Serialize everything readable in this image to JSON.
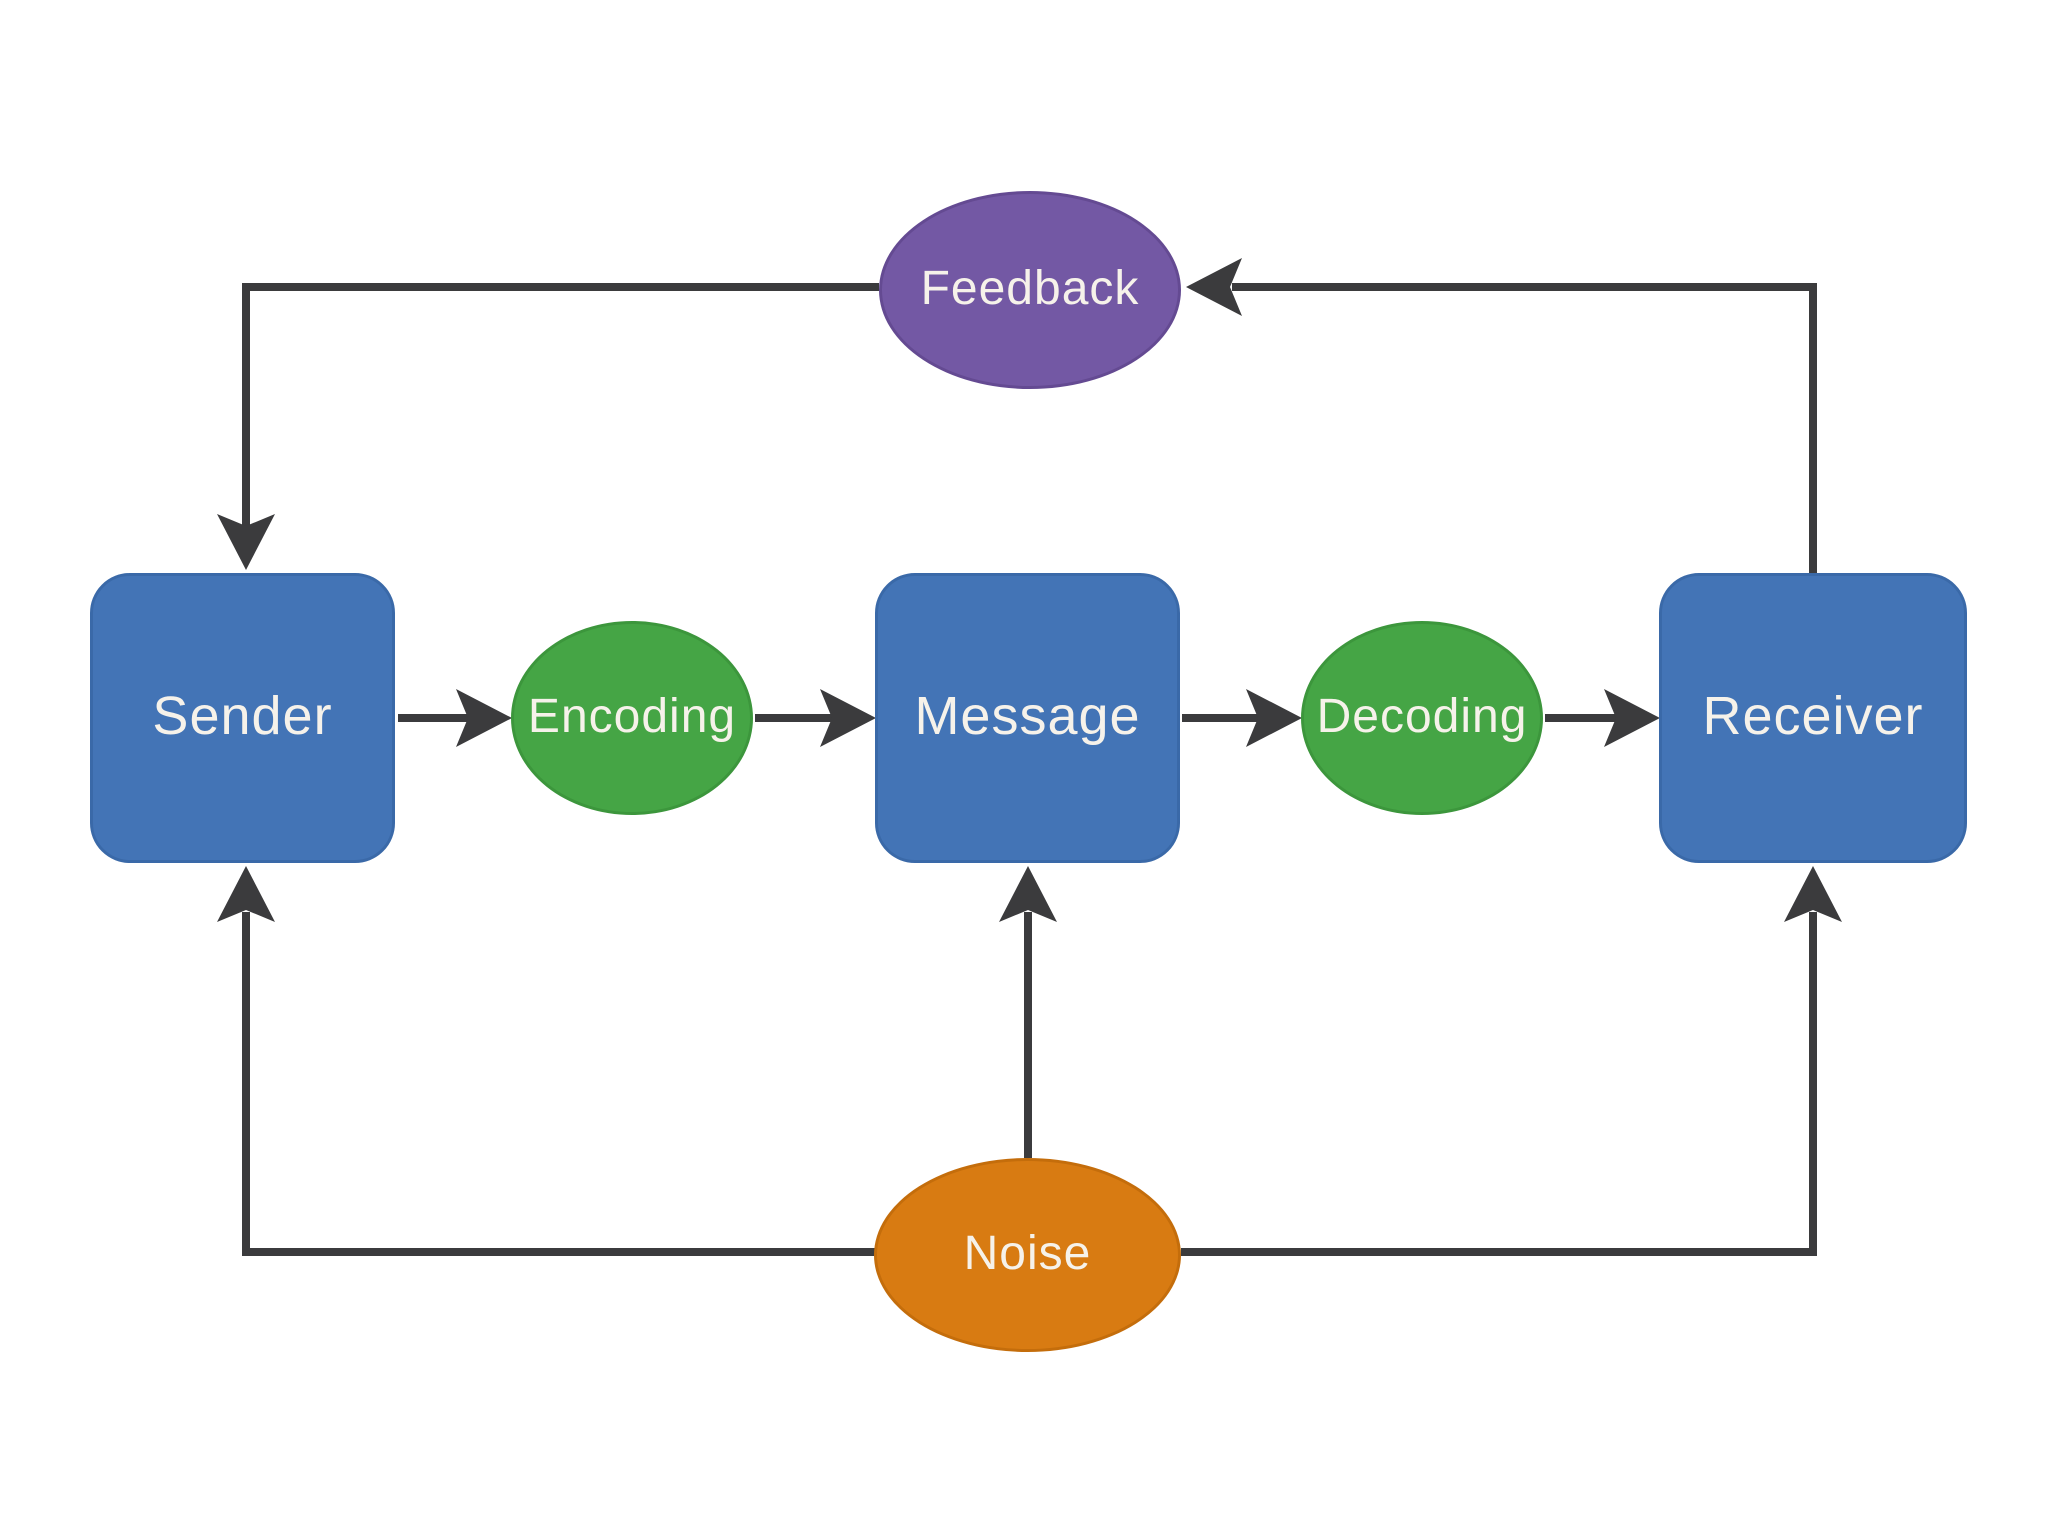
{
  "canvas": {
    "background": "#FFFFFF"
  },
  "colors": {
    "canvas-bg": "#FFFFFF",
    "process-box": "#4374B6",
    "process-box-border": "#3A69A8",
    "stage-ellipse": "#45A545",
    "stage-ellipse-border": "#3C963C",
    "feedback-ellipse": "#7358A4",
    "feedback-ellipse-border": "#644A92",
    "noise-ellipse": "#D87B12",
    "noise-ellipse-border": "#C46D0B",
    "connector": "#3B3B3D",
    "label-text": "#F6F2EA"
  },
  "nodes": [
    {
      "id": "sender",
      "label": "Sender",
      "shape": "rounded-rectangle",
      "color": "#4374B6"
    },
    {
      "id": "encoding",
      "label": "Encoding",
      "shape": "ellipse",
      "color": "#45A545"
    },
    {
      "id": "message",
      "label": "Message",
      "shape": "rounded-rectangle",
      "color": "#4374B6"
    },
    {
      "id": "decoding",
      "label": "Decoding",
      "shape": "ellipse",
      "color": "#45A545"
    },
    {
      "id": "receiver",
      "label": "Receiver",
      "shape": "rounded-rectangle",
      "color": "#4374B6"
    },
    {
      "id": "feedback",
      "label": "Feedback",
      "shape": "ellipse",
      "color": "#7358A4"
    },
    {
      "id": "noise",
      "label": "Noise",
      "shape": "ellipse",
      "color": "#D87B12"
    }
  ],
  "edges": [
    {
      "from": "sender",
      "to": "encoding"
    },
    {
      "from": "encoding",
      "to": "message"
    },
    {
      "from": "message",
      "to": "decoding"
    },
    {
      "from": "decoding",
      "to": "receiver"
    },
    {
      "from": "receiver",
      "to": "feedback"
    },
    {
      "from": "feedback",
      "to": "sender"
    },
    {
      "from": "noise",
      "to": "message"
    },
    {
      "from": "noise",
      "to": "sender"
    },
    {
      "from": "noise",
      "to": "receiver"
    }
  ]
}
